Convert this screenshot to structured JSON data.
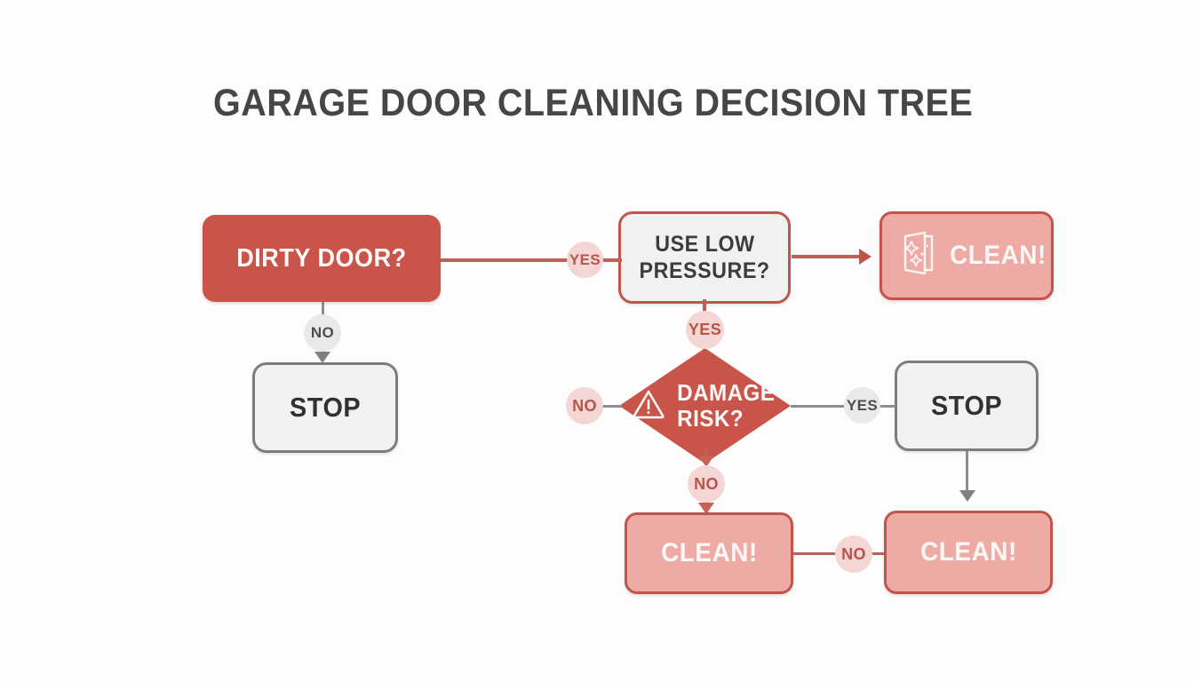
{
  "page": {
    "title": "GARAGE DOOR CLEANING DECISION TREE",
    "background_color": "#fdfdfe",
    "title_color": "#444648"
  },
  "palette": {
    "red_solid": "#c9544a",
    "red_border": "#bf564c",
    "pink_fill": "#eeaaa5",
    "badge_pink_bg": "#f4d7d4",
    "badge_pink_text": "#b9544b",
    "badge_gray_bg": "#e9e9e9",
    "badge_gray_text": "#4b4d4f",
    "gray_fill": "#f1f1f1",
    "gray_border": "#7b7d7f",
    "text_dark": "#3a3c3e",
    "text_white": "#fdfafa",
    "line_red": "#bd6055",
    "line_gray": "#8b8d8f"
  },
  "nodes": {
    "dirty_door": {
      "label": "DIRTY DOOR?",
      "type": "decision-red"
    },
    "use_low_pressure": {
      "label": "USE LOW PRESSURE?",
      "line1": "USE LOW",
      "line2": "PRESSURE?",
      "type": "decision-outline"
    },
    "clean_top_right": {
      "label": "CLEAN!",
      "type": "terminal-pink",
      "icon": "sparkle-door-icon"
    },
    "stop_left": {
      "label": "STOP",
      "type": "terminal-gray"
    },
    "damage_risk": {
      "label": "DAMAGE RISK?",
      "line1": "DAMAGE",
      "line2": "RISK?",
      "type": "decision-diamond",
      "icon": "warning-triangle-icon"
    },
    "stop_right": {
      "label": "STOP",
      "type": "terminal-gray"
    },
    "clean_bottom_center": {
      "label": "CLEAN!",
      "type": "terminal-pink"
    },
    "clean_bottom_right": {
      "label": "CLEAN!",
      "type": "terminal-pink"
    }
  },
  "edge_labels": {
    "dirty_to_pressure": "YES",
    "dirty_to_stop": "NO",
    "pressure_to_damage": "YES",
    "damage_to_no_left": "NO",
    "damage_to_yes_right": "YES",
    "damage_to_clean_down": "NO",
    "clean_to_clean_right": "NO"
  }
}
